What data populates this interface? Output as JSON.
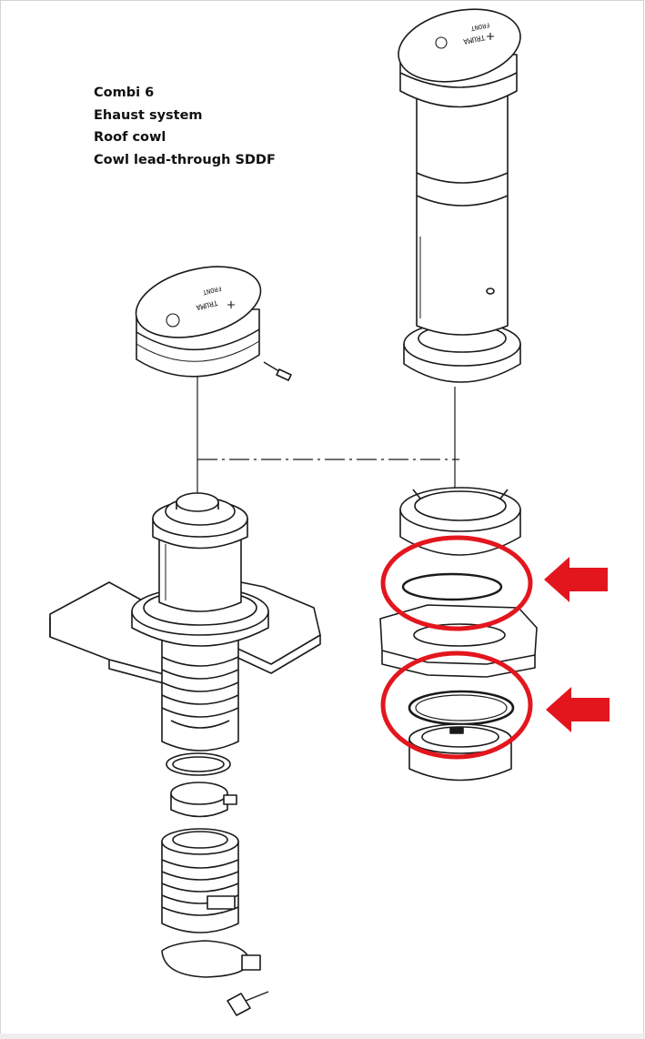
{
  "caption": {
    "line1": "Combi 6",
    "line2": "Ehaust system",
    "line3": "Roof cowl",
    "line4": "Cowl lead-through SDDF"
  },
  "cap_marking": {
    "brand": "TRUMA",
    "front": "FRONT"
  },
  "colors": {
    "line": "#1a1a1a",
    "highlight": "#e3161e",
    "border": "#cfcfcf",
    "background": "#ffffff"
  },
  "icons": {
    "arrow": "arrow-left-icon",
    "highlight": "ellipse-highlight"
  }
}
